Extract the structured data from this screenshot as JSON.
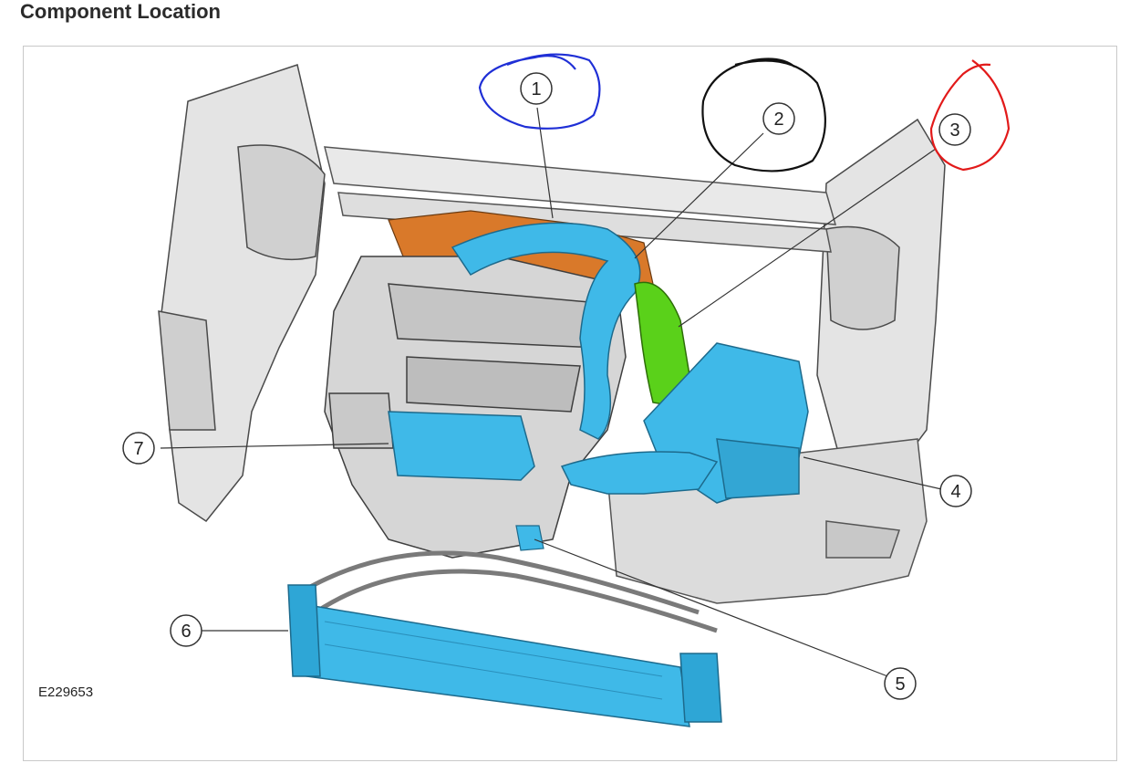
{
  "title": "Component Location",
  "figure_ref": "E229653",
  "callouts": [
    {
      "label": "1"
    },
    {
      "label": "2"
    },
    {
      "label": "3"
    },
    {
      "label": "4"
    },
    {
      "label": "5"
    },
    {
      "label": "6"
    },
    {
      "label": "7"
    }
  ],
  "colors": {
    "intake_duct": "#3fb9e8",
    "intake_hose": "#5ad11a",
    "exhaust_manifold": "#d9792a",
    "engine_body": "#d6d6d6",
    "annotation_blue": "#1f2fd6",
    "annotation_black": "#111111",
    "annotation_red": "#e21a1a"
  }
}
